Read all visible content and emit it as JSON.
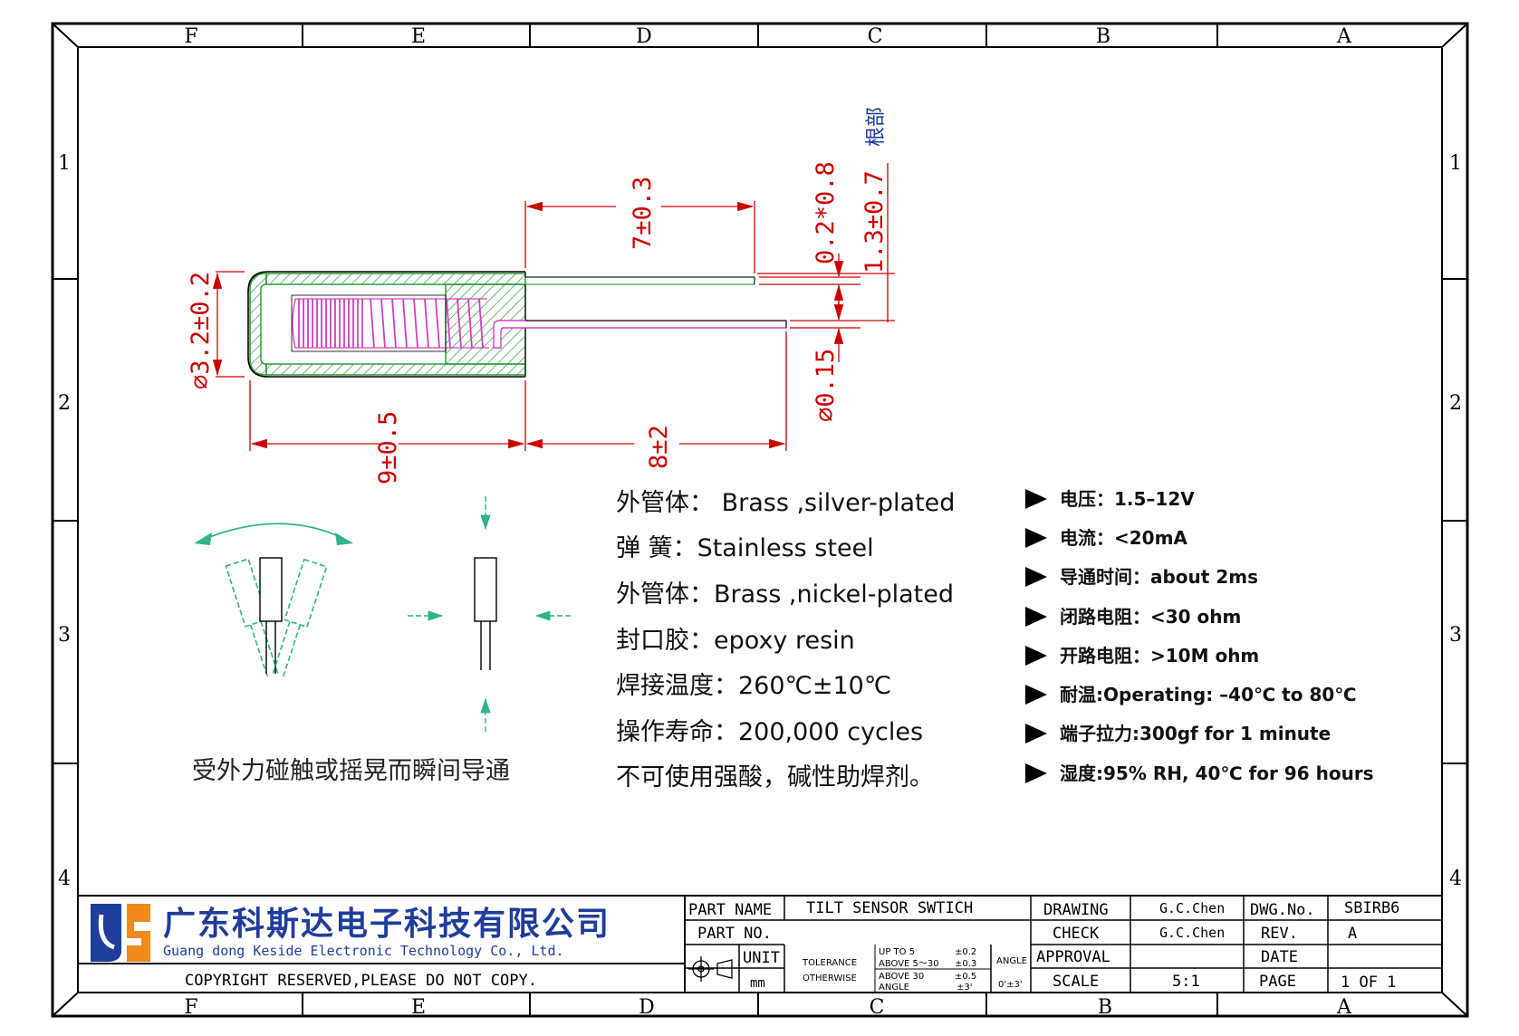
{
  "frame": {
    "columns": [
      "F",
      "E",
      "D",
      "C",
      "B",
      "A"
    ],
    "rows": [
      "1",
      "2",
      "3",
      "4"
    ]
  },
  "dimensions": {
    "diameter_body": "⌀3.2±0.2",
    "body_length": "9±0.5",
    "lead_length": "8±2",
    "upper_lead_extension": "7±0.3",
    "upper_lead_wire": "0.2*0.8",
    "root_label": "根部",
    "root_dimension": "1.3±0.7",
    "lower_lead_wire": "⌀0.15"
  },
  "illustration_caption": "受外力碰触或摇晃而瞬间导通",
  "materials": [
    "外管体： Brass ,silver-plated",
    "弹 簧：Stainless steel",
    "外管体：Brass ,nickel-plated",
    "封口胶：epoxy resin",
    "焊接温度：260℃±10℃",
    "操作寿命：200,000 cycles",
    "不可使用强酸，碱性助焊剂。"
  ],
  "specs": [
    "电压：1.5–12V",
    "电流：<20mA",
    "导通时间：about 2ms",
    "闭路电阻：<30 ohm",
    "开路电阻：>10M ohm",
    "耐温:Operating: –40℃ to 80℃",
    "端子拉力:300gf for 1 minute",
    "湿度:95% RH, 40℃ for 96 hours"
  ],
  "title_block": {
    "company_cn": "广东科斯达电子科技有限公司",
    "company_en": "Guang dong Keside  Electronic Technology Co., Ltd.",
    "copyright": "COPYRIGHT RESERVED,PLEASE DO NOT COPY.",
    "part_name_label": "PART NAME",
    "part_name_value": "TILT SENSOR SWTICH",
    "part_no_label": "PART NO.",
    "unit_label": "UNIT",
    "unit_value": "mm",
    "tolerance_label_1": "TOLERANCE",
    "tolerance_label_2": "OTHERWISE",
    "tol_row1_label": "UP TO 5",
    "tol_row1_value": "±0.2",
    "tol_row2_label": "ABOVE 5～30",
    "tol_row2_value": "±0.3",
    "tol_row3_label": "ABOVE 30",
    "tol_row3_value": "±0.5",
    "tol_row4_label": "ANGLE",
    "tol_row4_value": "±3'",
    "angle_label": "ANGLE",
    "angle_value": "0'±3'",
    "drawing_label": "DRAWING",
    "drawing_value": "G.C.Chen",
    "check_label": "CHECK",
    "check_value": "G.C.Chen",
    "approval_label": "APPROVAL",
    "scale_label": "SCALE",
    "scale_value": "5:1",
    "dwg_no_label": "DWG.No.",
    "dwg_no_value": "SBIRB6",
    "rev_label": "REV.",
    "rev_value": "A",
    "date_label": "DATE",
    "page_label": "PAGE",
    "page_value": "1 OF 1"
  },
  "colors": {
    "frame": "#000000",
    "dimension": "#cc0000",
    "hatch": "#2e9b3a",
    "spring": "#d23fc0",
    "illustration": "#2fb38a",
    "root_label": "#1a3aa0",
    "logo_blue": "#1f3d9a",
    "logo_orange": "#f08a1c"
  }
}
